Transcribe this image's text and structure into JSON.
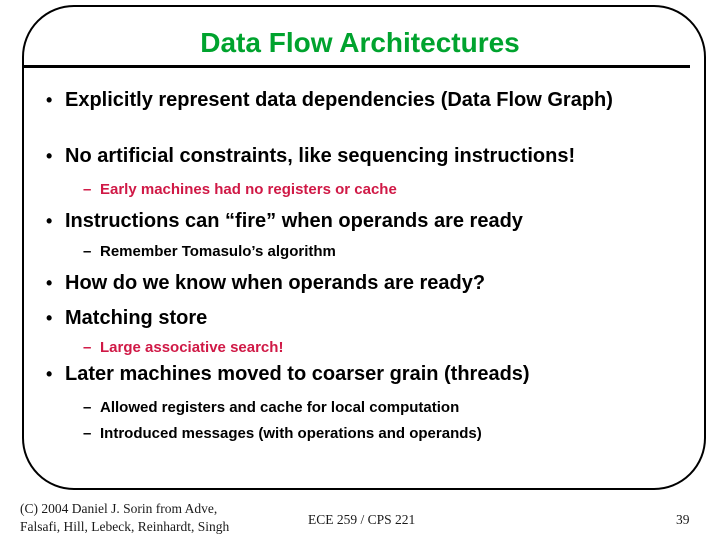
{
  "slide": {
    "title": "Data Flow Architectures",
    "footer": {
      "credit_line1": "(C) 2004 Daniel J. Sorin from Adve,",
      "credit_line2": "Falsafi, Hill, Lebeck, Reinhardt, Singh",
      "course": "ECE 259 / CPS 221",
      "page_number": "39"
    }
  },
  "bullets": [
    {
      "level": 1,
      "marker": "•",
      "color": "black",
      "text": "Explicitly represent data dependencies (Data Flow Graph)"
    },
    {
      "level": 1,
      "marker": "•",
      "color": "black",
      "text": "No artificial constraints, like sequencing instructions!"
    },
    {
      "level": 2,
      "marker": "–",
      "color": "red",
      "text": "Early machines had no registers or cache"
    },
    {
      "level": 1,
      "marker": "•",
      "color": "black",
      "text": "Instructions can “fire” when operands are ready"
    },
    {
      "level": 2,
      "marker": "–",
      "color": "black",
      "text": "Remember Tomasulo’s algorithm"
    },
    {
      "level": 1,
      "marker": "•",
      "color": "black",
      "text": "How do we know when operands are ready?"
    },
    {
      "level": 1,
      "marker": "•",
      "color": "black",
      "text": "Matching store"
    },
    {
      "level": 2,
      "marker": "–",
      "color": "red",
      "text": "Large associative search!"
    },
    {
      "level": 1,
      "marker": "•",
      "color": "black",
      "text": "Later machines moved to coarser grain (threads)"
    },
    {
      "level": 2,
      "marker": "–",
      "color": "black",
      "text": "Allowed registers and cache for local computation"
    },
    {
      "level": 2,
      "marker": "–",
      "color": "black",
      "text": "Introduced messages (with operations and operands)"
    }
  ],
  "colors": {
    "title-green": "#00A32E",
    "accent-red": "#D01946"
  }
}
